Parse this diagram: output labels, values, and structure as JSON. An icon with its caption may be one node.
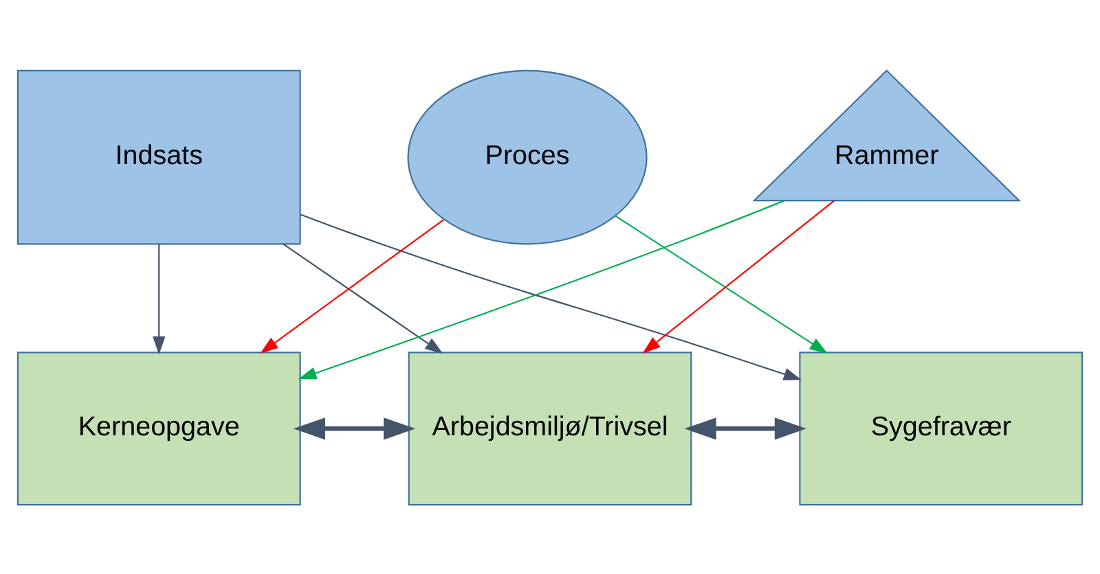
{
  "diagram": {
    "nodes": [
      {
        "text": [
          "Indsats"
        ]
      },
      {
        "text": [
          "Proces"
        ]
      },
      {
        "text": [
          "Rammer"
        ]
      },
      {
        "text": [
          "Kerneopgave"
        ]
      },
      {
        "text": [
          "Arbejdsmiljø/Trivsel"
        ]
      },
      {
        "text": [
          "Sygefravær"
        ]
      }
    ],
    "edges": [
      {
        "from": 0,
        "to": 3,
        "arrow": "to"
      },
      {
        "from": 0,
        "to": 4,
        "arrow": "to"
      },
      {
        "from": 0,
        "to": 5,
        "arrow": "to"
      },
      {
        "from": 1,
        "to": 3,
        "arrow": "to",
        "color": "#ff0000"
      },
      {
        "from": 1,
        "to": 5,
        "arrow": "to",
        "color": "#00b050"
      },
      {
        "from": 2,
        "to": 3,
        "arrow": "to",
        "color": "#00b050"
      },
      {
        "from": 2,
        "to": 4,
        "arrow": "to",
        "color": "#ff0000"
      },
      {
        "from": 3,
        "to": 4,
        "arrow": "both",
        "style": "thick"
      },
      {
        "from": 4,
        "to": 5,
        "arrow": "both",
        "style": "thick"
      }
    ]
  }
}
